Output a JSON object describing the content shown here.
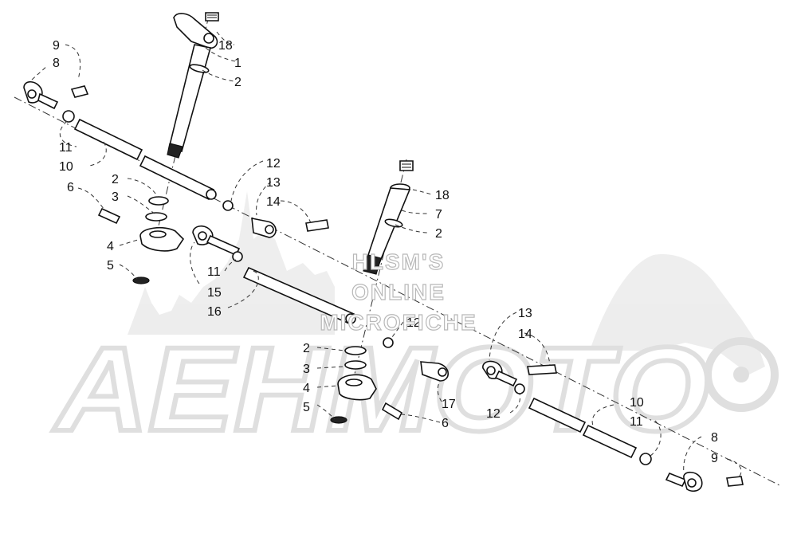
{
  "watermark": {
    "line1": "HLSM'S",
    "line2": "ONLINE",
    "line3": "MICROFICHE",
    "brand": "АЕНМОТО"
  },
  "callouts": {
    "c18a": "18",
    "c1": "1",
    "c2a": "2",
    "c9a": "9",
    "c8a": "8",
    "c11a": "11",
    "c10a": "10",
    "c6a": "6",
    "c2b": "2",
    "c3a": "3",
    "c4a": "4",
    "c5a": "5",
    "c12a": "12",
    "c13a": "13",
    "c14a": "14",
    "c11b": "11",
    "c15": "15",
    "c16": "16",
    "c18b": "18",
    "c7": "7",
    "c2c": "2",
    "c12b": "12",
    "c2d": "2",
    "c3b": "3",
    "c4b": "4",
    "c5b": "5",
    "c17": "17",
    "c6b": "6",
    "c13b": "13",
    "c14b": "14",
    "c12c": "12",
    "c10b": "10",
    "c11c": "11",
    "c8b": "8",
    "c9b": "9"
  }
}
